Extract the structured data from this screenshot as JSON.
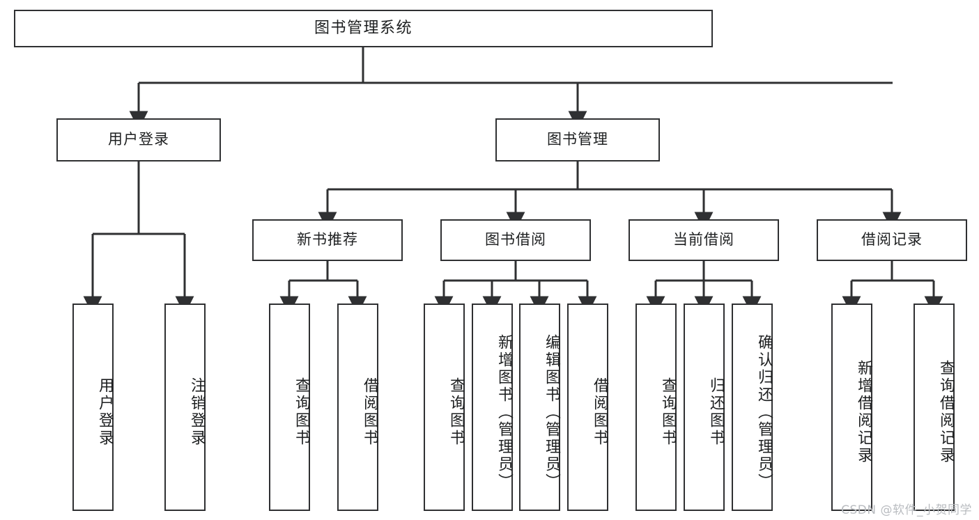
{
  "diagram": {
    "type": "tree",
    "title": "图书管理系统",
    "root": {
      "label": "图书管理系统"
    },
    "level2": [
      {
        "label": "用户登录"
      },
      {
        "label": "图书管理"
      }
    ],
    "level3": [
      {
        "label": "新书推荐"
      },
      {
        "label": "图书借阅"
      },
      {
        "label": "当前借阅"
      },
      {
        "label": "借阅记录"
      }
    ],
    "leaves": {
      "user_login": [
        {
          "label": "用户登录"
        },
        {
          "label": "注销登录"
        }
      ],
      "new_book_recommend": [
        {
          "label": "查询图书"
        },
        {
          "label": "借阅图书"
        }
      ],
      "book_borrow": [
        {
          "label": "查询图书"
        },
        {
          "label": "新增图书（管理员）"
        },
        {
          "label": "编辑图书（管理员）"
        },
        {
          "label": "借阅图书"
        }
      ],
      "current_borrow": [
        {
          "label": "查询图书"
        },
        {
          "label": "归还图书"
        },
        {
          "label": "确认归还（管理员）"
        }
      ],
      "borrow_record": [
        {
          "label": "新增借阅记录"
        },
        {
          "label": "查询借阅记录"
        }
      ]
    }
  },
  "watermark": {
    "text": "CSDN @软件_小贺同学"
  },
  "colors": {
    "box_border": "#2f3032",
    "text": "#1d1f20",
    "line": "#2f3032",
    "background": "#ffffff",
    "watermark": "#b9bcc0"
  }
}
